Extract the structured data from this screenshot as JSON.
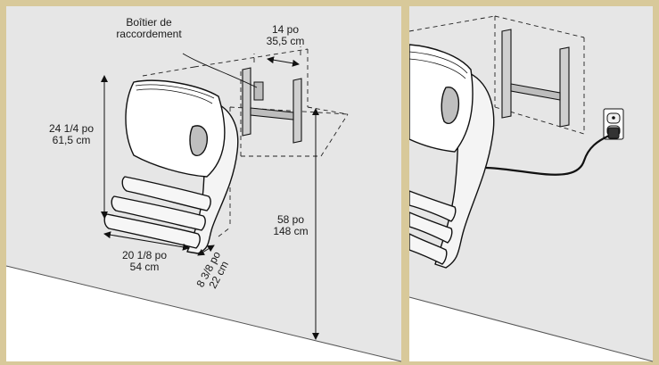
{
  "colors": {
    "frame": "#d8c99a",
    "wall_upper": "#e6e6e6",
    "wall_lower": "#ffffff",
    "stroke": "#111111"
  },
  "icons": {
    "outlet": "duplex-outlet-icon",
    "plug": "power-plug-icon"
  },
  "labels": {
    "junction_box": [
      "Boîtier de",
      "raccordement"
    ],
    "bracket_spacing": [
      "14 po",
      "35,5 cm"
    ],
    "height": [
      "24 1/4 po",
      "61,5 cm"
    ],
    "width": [
      "20 1/8 po",
      "54 cm"
    ],
    "depth": [
      "8 3/8 po",
      "22 cm"
    ],
    "mount_height": [
      "58 po",
      "148 cm"
    ]
  }
}
